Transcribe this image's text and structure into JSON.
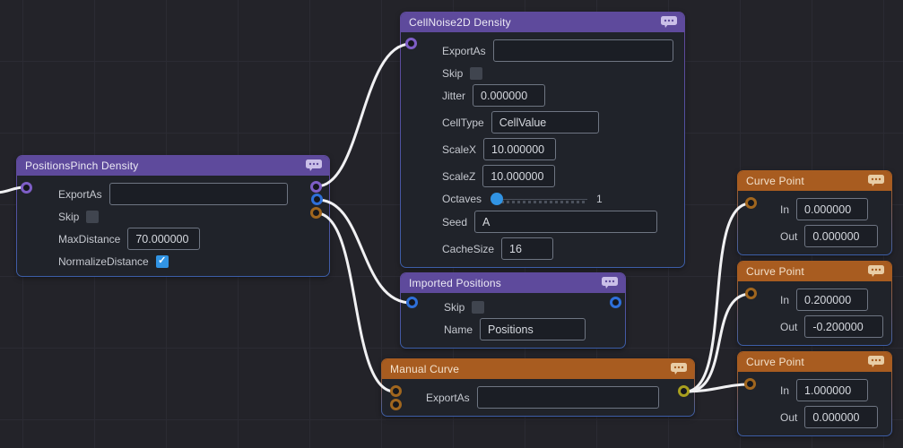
{
  "canvas": {
    "background": "#232329",
    "grid_line": "#2b2b33"
  },
  "colors": {
    "node_header_purple": "#5e4a9c",
    "node_header_orange": "#a85c20",
    "node_body": "#20232a",
    "port_purple": "#7e5ec7",
    "port_blue": "#2e6fd9",
    "port_orange": "#a0661e",
    "port_yellow": "#a89f1e",
    "wire": "#f1f1f3",
    "checkbox_checked": "#3194e4",
    "slider_handle": "#3194e4"
  },
  "icons": {
    "header_icon": "comment-bubble"
  },
  "nodes": {
    "positions_pinch": {
      "title": "PositionsPinch Density",
      "export_as": {
        "label": "ExportAs",
        "value": ""
      },
      "skip": {
        "label": "Skip",
        "checked": false
      },
      "max_distance": {
        "label": "MaxDistance",
        "value": "70.000000"
      },
      "normalize_distance": {
        "label": "NormalizeDistance",
        "checked": true
      }
    },
    "cellnoise": {
      "title": "CellNoise2D Density",
      "export_as": {
        "label": "ExportAs",
        "value": ""
      },
      "skip": {
        "label": "Skip",
        "checked": false
      },
      "jitter": {
        "label": "Jitter",
        "value": "0.000000"
      },
      "cell_type": {
        "label": "CellType",
        "value": "CellValue"
      },
      "scale_x": {
        "label": "ScaleX",
        "value": "10.000000"
      },
      "scale_z": {
        "label": "ScaleZ",
        "value": "10.000000"
      },
      "octaves": {
        "label": "Octaves",
        "value": "1"
      },
      "seed": {
        "label": "Seed",
        "value": "A"
      },
      "cache_size": {
        "label": "CacheSize",
        "value": "16"
      }
    },
    "imported_positions": {
      "title": "Imported Positions",
      "skip": {
        "label": "Skip",
        "checked": false
      },
      "name": {
        "label": "Name",
        "value": "Positions"
      }
    },
    "manual_curve": {
      "title": "Manual Curve",
      "export_as": {
        "label": "ExportAs",
        "value": ""
      }
    },
    "curve_point_1": {
      "title": "Curve Point",
      "in": {
        "label": "In",
        "value": "0.000000"
      },
      "out": {
        "label": "Out",
        "value": "0.000000"
      }
    },
    "curve_point_2": {
      "title": "Curve Point",
      "in": {
        "label": "In",
        "value": "0.200000"
      },
      "out": {
        "label": "Out",
        "value": "-0.200000"
      }
    },
    "curve_point_3": {
      "title": "Curve Point",
      "in": {
        "label": "In",
        "value": "1.000000"
      },
      "out": {
        "label": "Out",
        "value": "0.000000"
      }
    }
  }
}
